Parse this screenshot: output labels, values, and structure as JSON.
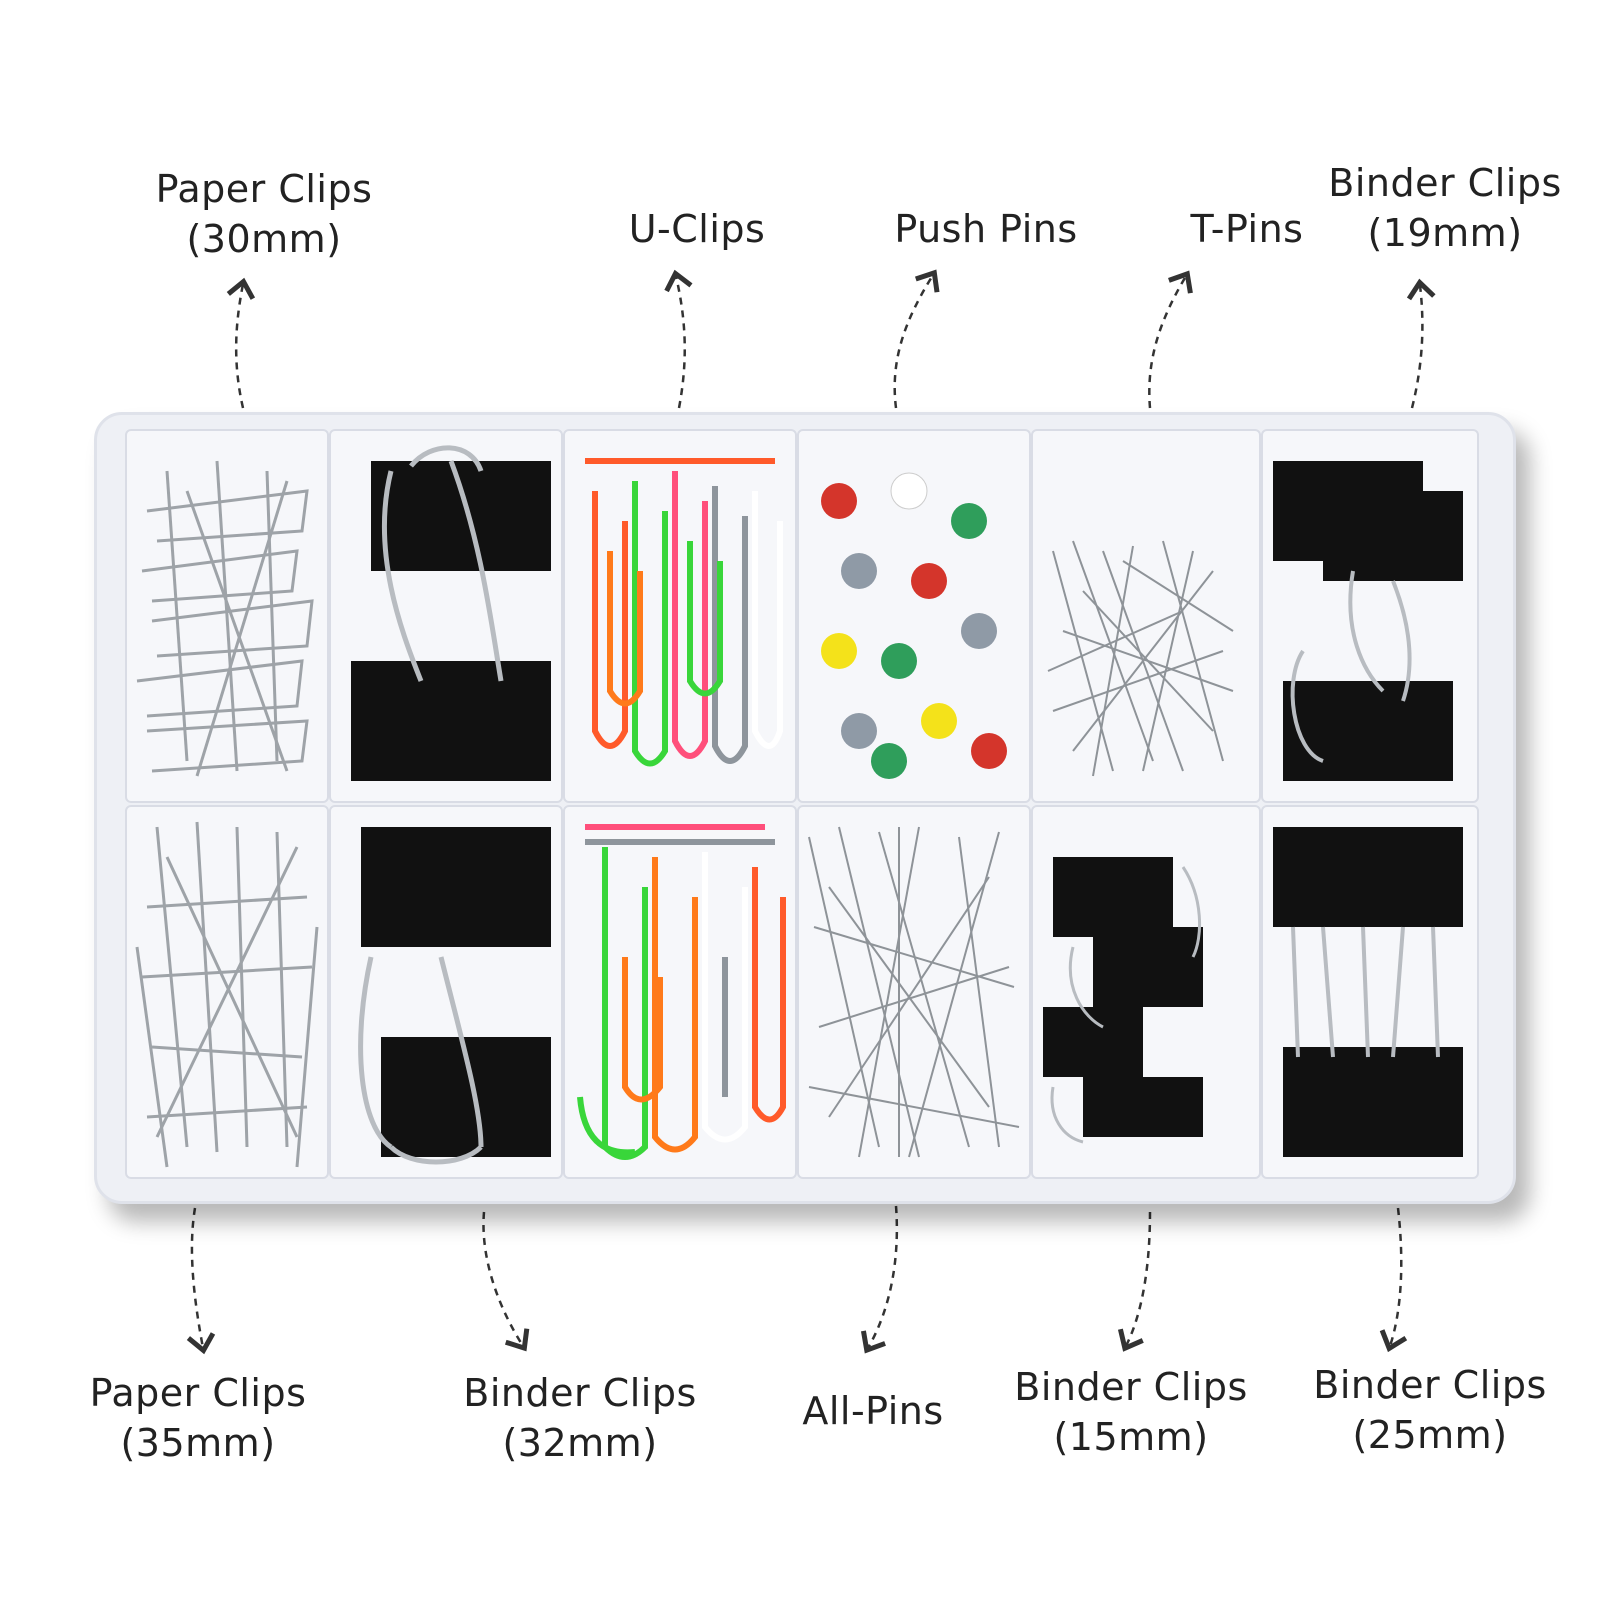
{
  "top_labels": [
    {
      "id": "paper-clips-30mm",
      "line1": "Paper Clips",
      "line2": "(30mm)"
    },
    {
      "id": "u-clips",
      "line1": "U-Clips",
      "line2": ""
    },
    {
      "id": "push-pins",
      "line1": "Push Pins",
      "line2": ""
    },
    {
      "id": "t-pins",
      "line1": "T-Pins",
      "line2": ""
    },
    {
      "id": "binder-clips-19mm",
      "line1": "Binder Clips",
      "line2": "(19mm)"
    }
  ],
  "bottom_labels": [
    {
      "id": "paper-clips-35mm",
      "line1": "Paper Clips",
      "line2": "(35mm)"
    },
    {
      "id": "binder-clips-32mm",
      "line1": "Binder Clips",
      "line2": "(32mm)"
    },
    {
      "id": "all-pins",
      "line1": "All-Pins",
      "line2": ""
    },
    {
      "id": "binder-clips-15mm",
      "line1": "Binder Clips",
      "line2": "(15mm)"
    },
    {
      "id": "binder-clips-25mm",
      "line1": "Binder Clips",
      "line2": "(25mm)"
    }
  ],
  "colors": {
    "clip_steel": "#9ea3a8",
    "binder_black": "#111111",
    "clip_colors": [
      "#ff5a2a",
      "#39d63a",
      "#ff4f7b",
      "#8e959c",
      "#ffffff",
      "#ff7a1a"
    ],
    "pin_colors": [
      "#d4352b",
      "#2f9e5b",
      "#f4e21a",
      "#8f9aa6",
      "#ffffff"
    ],
    "tray": "#eef0f5"
  }
}
